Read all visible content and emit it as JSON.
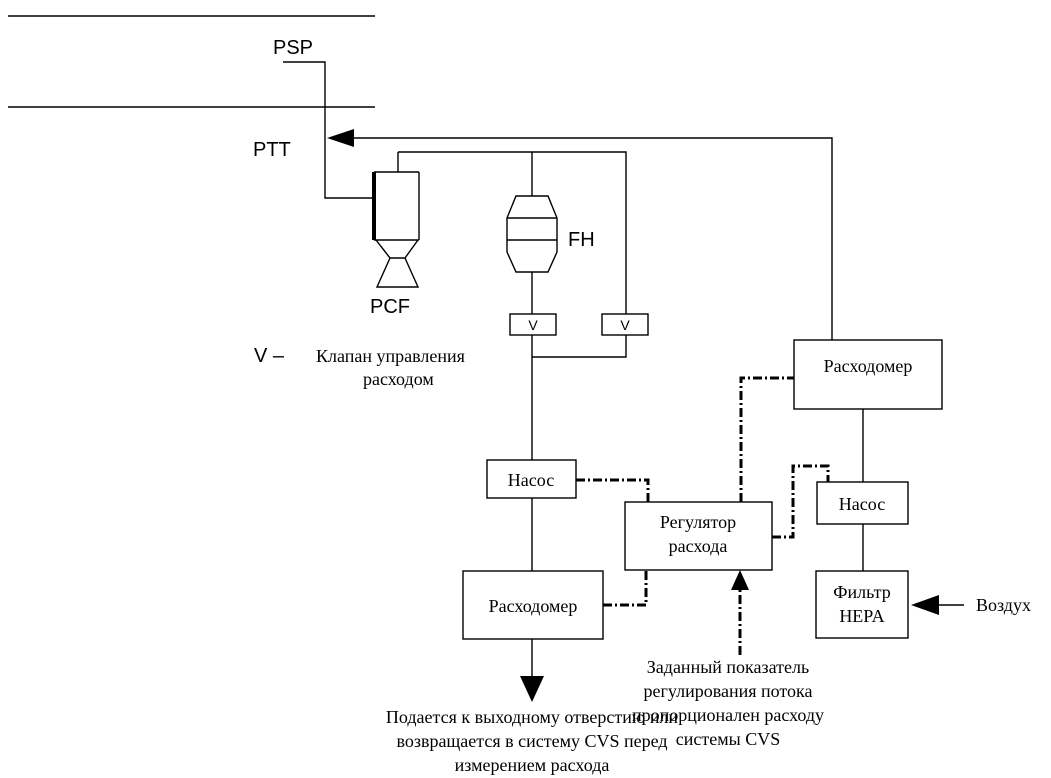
{
  "labels": {
    "psp": "PSP",
    "ptt": "PTT",
    "pcf": "PCF",
    "fh": "FH",
    "valve_v1": "V",
    "valve_v2": "V",
    "legend_symbol": "V –",
    "legend_text_line1": "Клапан управления",
    "legend_text_line2": "расходом",
    "flowmeter_top": "Расходомер",
    "pump_left": "Насос",
    "pump_right": "Насос",
    "regulator_line1": "Регулятор",
    "regulator_line2": "расхода",
    "flowmeter_bottom": "Расходомер",
    "filter_line1": "Фильтр",
    "filter_line2": "HEPA",
    "air": "Воздух",
    "setpoint_line1": "Заданный показатель",
    "setpoint_line2": "регулирования потока",
    "setpoint_line3": "пропорционален расходу",
    "setpoint_line4": "системы CVS",
    "outlet_line1": "Подается к выходному отверстию или",
    "outlet_line2": "возвращается в систему CVS перед",
    "outlet_line3": "измерением расхода"
  }
}
